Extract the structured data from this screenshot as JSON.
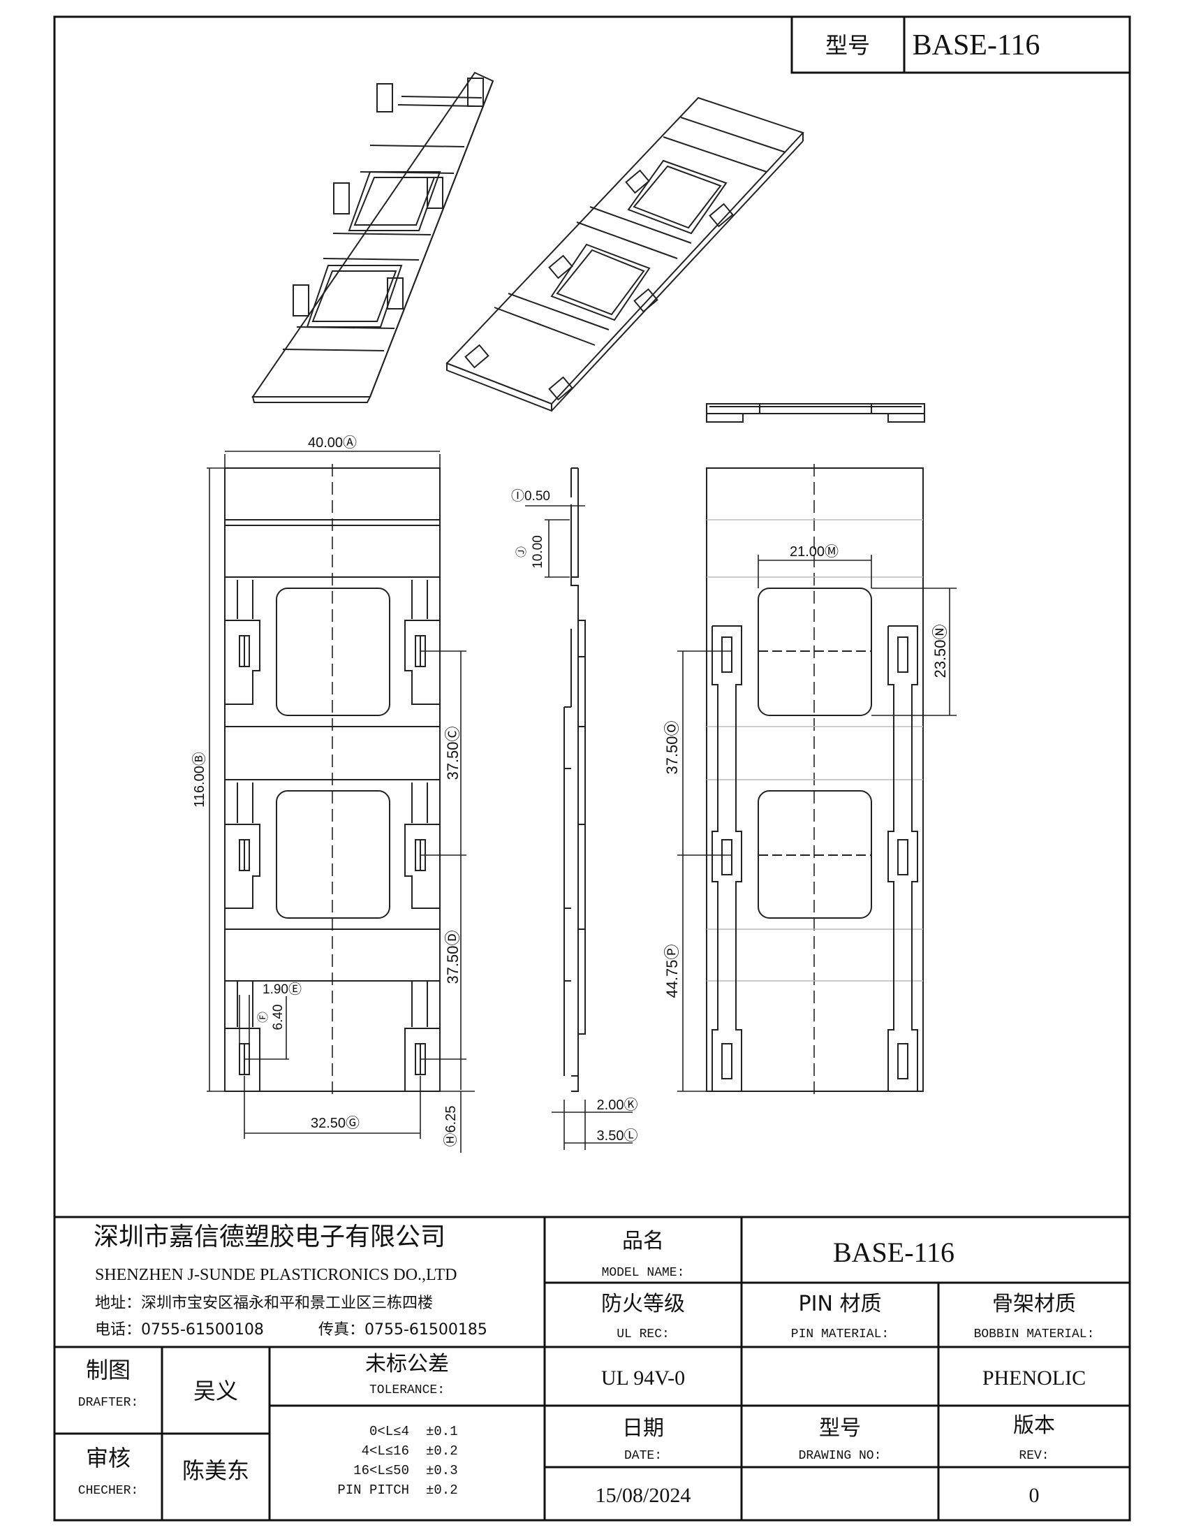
{
  "header": {
    "type_label": "型号",
    "type_value": "BASE-116"
  },
  "dims": {
    "A": "40.00Ⓐ",
    "B": "116.00Ⓑ",
    "C": "37.50Ⓒ",
    "D": "37.50Ⓓ",
    "E": "1.90Ⓔ",
    "F": "Ⓕ",
    "F_val": "6.40",
    "G": "32.50Ⓖ",
    "H": "Ⓗ6.25",
    "I": "Ⓘ0.50",
    "J": "Ⓙ",
    "J_val": "10.00",
    "K": "2.00Ⓚ",
    "L": "3.50Ⓛ",
    "M": "21.00Ⓜ",
    "N": "23.50Ⓝ",
    "O": "37.50Ⓞ",
    "P": "44.75Ⓟ"
  },
  "company": {
    "name_cn": "深圳市嘉信德塑胶电子有限公司",
    "name_en": "SHENZHEN J-SUNDE PLASTICRONICS DO.,LTD",
    "address": "地址：深圳市宝安区福永和平和景工业区三栋四楼",
    "phone": "电话：0755-61500108",
    "fax": "传真：0755-61500185"
  },
  "model": {
    "label_cn": "品名",
    "label_en": "MODEL NAME:",
    "value": "BASE-116"
  },
  "ul": {
    "label_cn": "防火等级",
    "label_en": "UL REC:",
    "value": "UL 94V-0"
  },
  "pin_material": {
    "label_cn": "PIN 材质",
    "label_en": "PIN MATERIAL:",
    "value": ""
  },
  "bobbin_material": {
    "label_cn": "骨架材质",
    "label_en": "BOBBIN MATERIAL:",
    "value": "PHENOLIC"
  },
  "drafter": {
    "label_cn": "制图",
    "label_en": "DRAFTER:",
    "value": "吴义"
  },
  "checker": {
    "label_cn": "审核",
    "label_en": "CHECHER:",
    "value": "陈美东"
  },
  "tolerance": {
    "label_cn": "未标公差",
    "label_en": "TOLERANCE:",
    "rows": [
      {
        "range": "0<L≤4",
        "value": "±0.1"
      },
      {
        "range": "4<L≤16",
        "value": "±0.2"
      },
      {
        "range": "16<L≤50",
        "value": "±0.3"
      },
      {
        "range": "PIN PITCH",
        "value": "±0.2"
      }
    ]
  },
  "date": {
    "label_cn": "日期",
    "label_en": "DATE:",
    "value": "15/08/2024"
  },
  "drawing_no": {
    "label_cn": "型号",
    "label_en": "DRAWING NO:",
    "value": ""
  },
  "rev": {
    "label_cn": "版本",
    "label_en": "REV:",
    "value": "0"
  }
}
